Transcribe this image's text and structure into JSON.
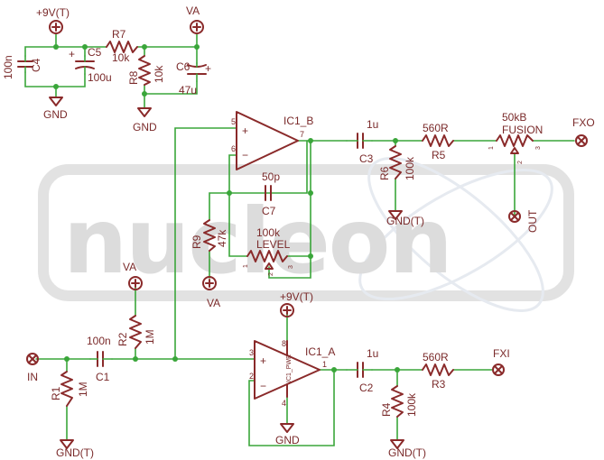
{
  "watermark": {
    "text": "nucleon"
  },
  "power": {
    "p9v_top": "+9V(T)",
    "va_top": "VA",
    "gnd_left": "GND",
    "gnd_mid": "GND",
    "va_mid": "VA",
    "va_r9": "VA",
    "p9v_ic": "+9V(T)",
    "gnd_ic": "GND",
    "gnd_r6": "GND(T)",
    "gnd_r1": "GND(T)",
    "gnd_r4": "GND(T)"
  },
  "parts": {
    "c4_name": "C4",
    "c4_value": "100n",
    "c5_name": "C5",
    "c5_value": "100u",
    "r7_name": "R7",
    "r7_value": "10k",
    "r8_name": "R8",
    "r8_value": "10k",
    "c6_name": "C6",
    "c6_value": "47u",
    "c7_name": "C7",
    "c7_value": "50p",
    "r9_name": "R9",
    "r9_value": "47k",
    "level_value": "100k",
    "level_name": "LEVEL",
    "c3_name": "C3",
    "c3_value": "1u",
    "r5_name": "R5",
    "r5_value": "560R",
    "r6_name": "R6",
    "r6_value": "100k",
    "fusion_value": "50kB",
    "fusion_name": "FUSION",
    "c1_name": "C1",
    "c1_value": "100n",
    "r1_name": "R1",
    "r1_value": "1M",
    "r2_name": "R2",
    "r2_value": "1M",
    "c2_name": "C2",
    "c2_value": "1u",
    "r3_name": "R3",
    "r3_value": "560R",
    "r4_name": "R4",
    "r4_value": "100k",
    "ic1a_name": "IC1_A",
    "ic1b_name": "IC1_B",
    "ic1p_name": "IC1_PWR"
  },
  "pins": {
    "b_in_plus": "5",
    "b_in_minus": "6",
    "b_out": "7",
    "a_in_plus": "3",
    "a_in_minus": "2",
    "a_out": "1",
    "a_vplus": "8",
    "a_vminus": "4",
    "plus_sign": "+",
    "minus_sign": "−",
    "lvl_1": "1",
    "lvl_2": "2",
    "lvl_3": "3",
    "fus_1": "1",
    "fus_2": "2",
    "fus_3": "3"
  },
  "signals": {
    "in": "IN",
    "fxo": "FXO",
    "fxi": "FXI",
    "out": "OUT"
  }
}
